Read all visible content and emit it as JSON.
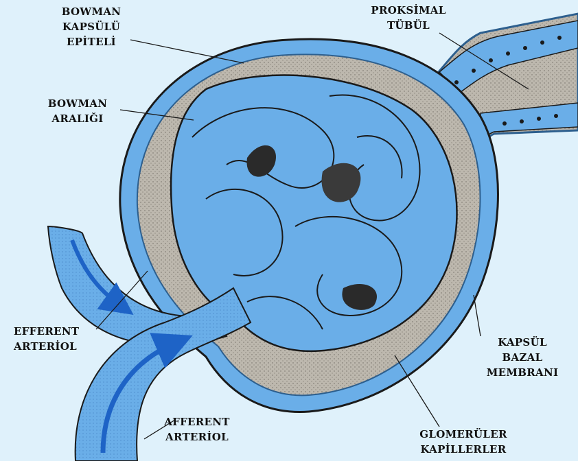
{
  "colors": {
    "background": "#dff1fb",
    "vessel_blue": "#6aaee8",
    "arrow_blue": "#1e63c6",
    "capsule_outline": "#2d5f8e",
    "stippled_gray": "#b9b5ac",
    "dark_outline": "#1a1a1a"
  },
  "labels": {
    "bowman_capsule_epithelium": [
      "BOWMAN",
      "KAPSÜLÜ",
      "EPİTELİ"
    ],
    "proximal_tubule": [
      "PROKSİMAL",
      "TÜBÜL"
    ],
    "bowman_space": [
      "BOWMAN",
      "ARALIĞI"
    ],
    "efferent_arteriole": [
      "EFFERENT",
      "ARTERİOL"
    ],
    "capsule_basement_membrane": [
      "KAPSÜL",
      "BAZAL",
      "MEMBRANI"
    ],
    "afferent_arteriole": [
      "AFFERENT",
      "ARTERİOL"
    ],
    "glomerular_capillaries": [
      "GLOMERÜLER",
      "KAPİLLERLER"
    ]
  }
}
